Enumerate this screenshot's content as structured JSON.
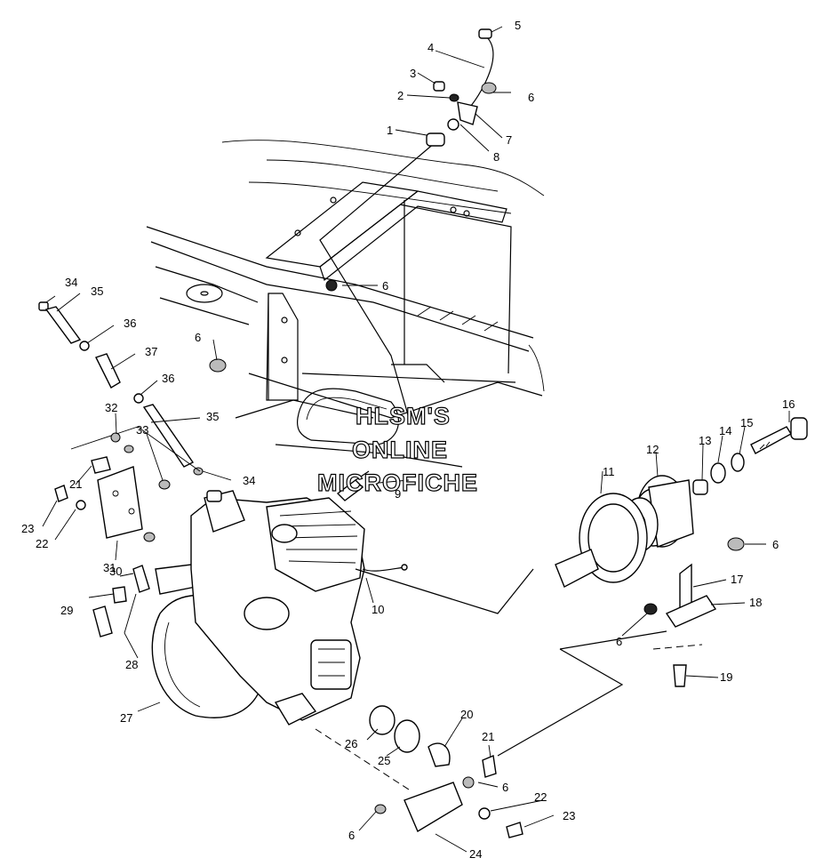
{
  "watermark": {
    "line1": "HLSM'S",
    "line2": "ONLINE",
    "line3": "MICROFICHE"
  },
  "callouts": [
    {
      "id": "c5",
      "text": "5"
    },
    {
      "id": "c4",
      "text": "4"
    },
    {
      "id": "c3",
      "text": "3"
    },
    {
      "id": "c2",
      "text": "2"
    },
    {
      "id": "c6a",
      "text": "6"
    },
    {
      "id": "c1",
      "text": "1"
    },
    {
      "id": "c7",
      "text": "7"
    },
    {
      "id": "c8",
      "text": "8"
    },
    {
      "id": "c6b",
      "text": "6"
    },
    {
      "id": "c34a",
      "text": "34"
    },
    {
      "id": "c35a",
      "text": "35"
    },
    {
      "id": "c36a",
      "text": "36"
    },
    {
      "id": "c6c",
      "text": "6"
    },
    {
      "id": "c37",
      "text": "37"
    },
    {
      "id": "c36b",
      "text": "36"
    },
    {
      "id": "c32",
      "text": "32"
    },
    {
      "id": "c35b",
      "text": "35"
    },
    {
      "id": "c33",
      "text": "33"
    },
    {
      "id": "c21a",
      "text": "21"
    },
    {
      "id": "c34b",
      "text": "34"
    },
    {
      "id": "c9",
      "text": "9"
    },
    {
      "id": "c23a",
      "text": "23"
    },
    {
      "id": "c22a",
      "text": "22"
    },
    {
      "id": "c31",
      "text": "31"
    },
    {
      "id": "c30",
      "text": "30"
    },
    {
      "id": "c29",
      "text": "29"
    },
    {
      "id": "c28",
      "text": "28"
    },
    {
      "id": "c27",
      "text": "27"
    },
    {
      "id": "c10",
      "text": "10"
    },
    {
      "id": "c11",
      "text": "11"
    },
    {
      "id": "c12",
      "text": "12"
    },
    {
      "id": "c13",
      "text": "13"
    },
    {
      "id": "c14",
      "text": "14"
    },
    {
      "id": "c15",
      "text": "15"
    },
    {
      "id": "c16",
      "text": "16"
    },
    {
      "id": "c6d",
      "text": "6"
    },
    {
      "id": "c17",
      "text": "17"
    },
    {
      "id": "c18",
      "text": "18"
    },
    {
      "id": "c6e",
      "text": "6"
    },
    {
      "id": "c19",
      "text": "19"
    },
    {
      "id": "c20",
      "text": "20"
    },
    {
      "id": "c26",
      "text": "26"
    },
    {
      "id": "c21b",
      "text": "21"
    },
    {
      "id": "c25",
      "text": "25"
    },
    {
      "id": "c6f",
      "text": "6"
    },
    {
      "id": "c22b",
      "text": "22"
    },
    {
      "id": "c23b",
      "text": "23"
    },
    {
      "id": "c6g",
      "text": "6"
    },
    {
      "id": "c24",
      "text": "24"
    }
  ]
}
